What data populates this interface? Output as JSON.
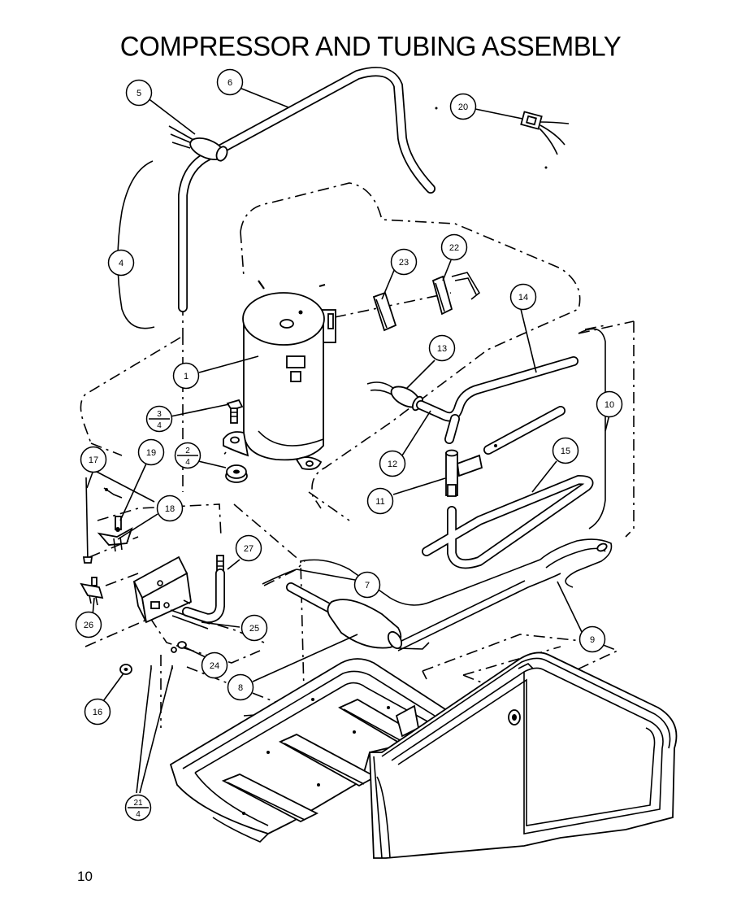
{
  "title": "COMPRESSOR AND TUBING ASSEMBLY",
  "page_number": "10",
  "callouts": [
    {
      "id": "c1",
      "label": "1"
    },
    {
      "id": "c3",
      "label": "3",
      "sub": "4"
    },
    {
      "id": "c2",
      "label": "2",
      "sub": "4"
    },
    {
      "id": "c4",
      "label": "4"
    },
    {
      "id": "c5",
      "label": "5"
    },
    {
      "id": "c6",
      "label": "6"
    },
    {
      "id": "c7",
      "label": "7"
    },
    {
      "id": "c8",
      "label": "8"
    },
    {
      "id": "c9",
      "label": "9"
    },
    {
      "id": "c10",
      "label": "10"
    },
    {
      "id": "c11",
      "label": "11"
    },
    {
      "id": "c12",
      "label": "12"
    },
    {
      "id": "c13",
      "label": "13"
    },
    {
      "id": "c14",
      "label": "14"
    },
    {
      "id": "c15",
      "label": "15"
    },
    {
      "id": "c16",
      "label": "16"
    },
    {
      "id": "c17",
      "label": "17"
    },
    {
      "id": "c18",
      "label": "18"
    },
    {
      "id": "c19",
      "label": "19"
    },
    {
      "id": "c20",
      "label": "20"
    },
    {
      "id": "c21",
      "label": "21",
      "sub": "4"
    },
    {
      "id": "c22",
      "label": "22"
    },
    {
      "id": "c23",
      "label": "23"
    },
    {
      "id": "c24",
      "label": "24"
    },
    {
      "id": "c25",
      "label": "25"
    },
    {
      "id": "c26",
      "label": "26"
    },
    {
      "id": "c27",
      "label": "27"
    }
  ]
}
